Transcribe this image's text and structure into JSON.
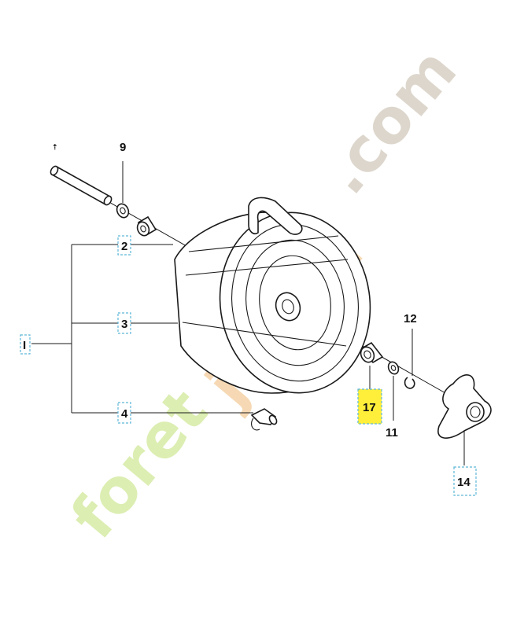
{
  "watermark": {
    "part1": "foret",
    "part2": "jardin",
    "part3": ".com"
  },
  "callouts": {
    "c9": "9",
    "c2": "2",
    "c3": "3",
    "c4": "4",
    "c1": "I",
    "c12": "12",
    "c17": "17",
    "c11": "11",
    "c14": "14"
  },
  "colors": {
    "highlight": "#ffef3a",
    "box_border": "#5fb8d8",
    "watermark_orange": "#f6d9b4",
    "watermark_green": "#dceeb2",
    "watermark_grey": "#ddd6cc"
  }
}
